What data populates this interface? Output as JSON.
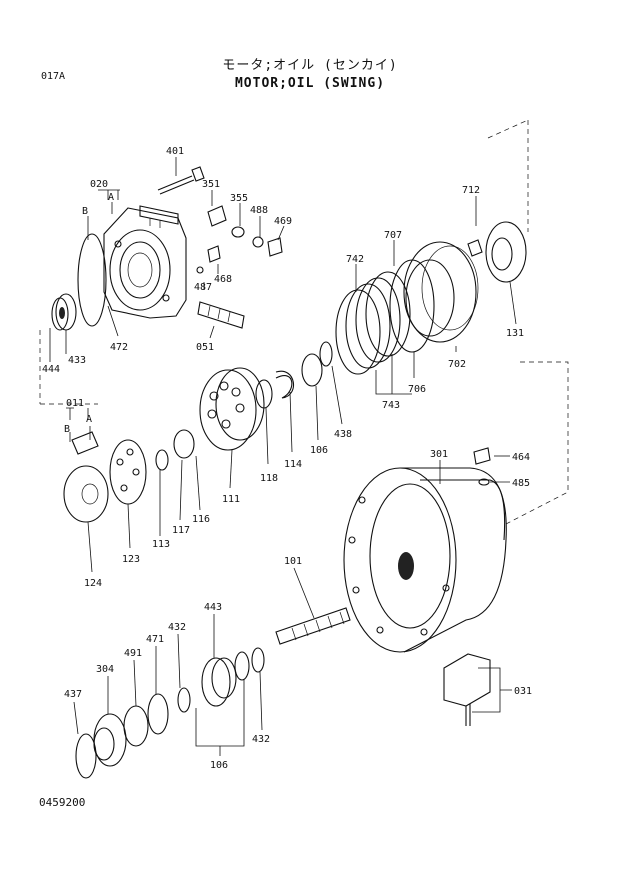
{
  "header": {
    "title_jp": "モータ;オイル (センカイ)",
    "title_en": "MOTOR;OIL (SWING)",
    "page_code": "017A",
    "drawing_number": "0459200"
  },
  "callouts": [
    {
      "id": "401",
      "text": "401"
    },
    {
      "id": "020",
      "text": "020"
    },
    {
      "id": "020-b",
      "text": "B"
    },
    {
      "id": "020-a",
      "text": "A"
    },
    {
      "id": "351",
      "text": "351"
    },
    {
      "id": "355",
      "text": "355"
    },
    {
      "id": "488",
      "text": "488"
    },
    {
      "id": "469",
      "text": "469"
    },
    {
      "id": "468",
      "text": "468"
    },
    {
      "id": "487",
      "text": "487"
    },
    {
      "id": "051",
      "text": "051"
    },
    {
      "id": "472",
      "text": "472"
    },
    {
      "id": "433",
      "text": "433"
    },
    {
      "id": "444",
      "text": "444"
    },
    {
      "id": "712",
      "text": "712"
    },
    {
      "id": "707",
      "text": "707"
    },
    {
      "id": "742",
      "text": "742"
    },
    {
      "id": "131",
      "text": "131"
    },
    {
      "id": "702",
      "text": "702"
    },
    {
      "id": "706",
      "text": "706"
    },
    {
      "id": "743",
      "text": "743"
    },
    {
      "id": "438",
      "text": "438"
    },
    {
      "id": "106-a",
      "text": "106"
    },
    {
      "id": "114",
      "text": "114"
    },
    {
      "id": "118",
      "text": "118"
    },
    {
      "id": "111",
      "text": "111"
    },
    {
      "id": "116",
      "text": "116"
    },
    {
      "id": "117",
      "text": "117"
    },
    {
      "id": "113",
      "text": "113"
    },
    {
      "id": "123",
      "text": "123"
    },
    {
      "id": "124",
      "text": "124"
    },
    {
      "id": "011",
      "text": "011"
    },
    {
      "id": "011-b",
      "text": "B"
    },
    {
      "id": "011-a",
      "text": "A"
    },
    {
      "id": "301",
      "text": "301"
    },
    {
      "id": "464",
      "text": "464"
    },
    {
      "id": "485",
      "text": "485"
    },
    {
      "id": "101",
      "text": "101"
    },
    {
      "id": "443",
      "text": "443"
    },
    {
      "id": "432-a",
      "text": "432"
    },
    {
      "id": "471",
      "text": "471"
    },
    {
      "id": "491",
      "text": "491"
    },
    {
      "id": "304",
      "text": "304"
    },
    {
      "id": "437",
      "text": "437"
    },
    {
      "id": "432-b",
      "text": "432"
    },
    {
      "id": "106-b",
      "text": "106"
    },
    {
      "id": "031",
      "text": "031"
    }
  ]
}
